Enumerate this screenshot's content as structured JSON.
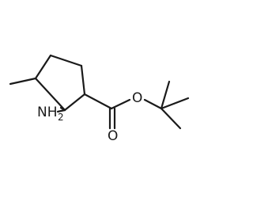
{
  "molecule": {
    "atoms": {
      "nitrogen": {
        "symbol": "NH",
        "subscript": "2",
        "color": "#1a1a1a"
      },
      "carbonyl_oxygen": {
        "symbol": "O",
        "color": "#1a1a1a"
      },
      "ester_oxygen": {
        "symbol": "O",
        "color": "#1a1a1a"
      }
    },
    "bond_color": "#1a1a1a",
    "background": "#ffffff"
  }
}
